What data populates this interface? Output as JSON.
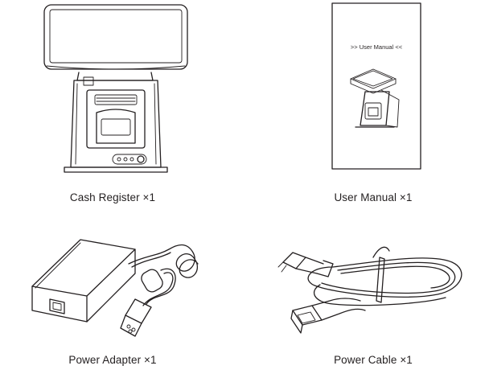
{
  "items": [
    {
      "name": "cash-register",
      "caption": "Cash Register ×1"
    },
    {
      "name": "user-manual",
      "caption": "User Manual ×1"
    },
    {
      "name": "power-adapter",
      "caption": "Power Adapter ×1"
    },
    {
      "name": "power-cable",
      "caption": "Power Cable ×1"
    }
  ],
  "manual_cover": {
    "title": ">> User Manual <<"
  },
  "icon_names": [
    "cash-register-icon",
    "user-manual-icon",
    "power-adapter-icon",
    "power-cable-icon"
  ]
}
